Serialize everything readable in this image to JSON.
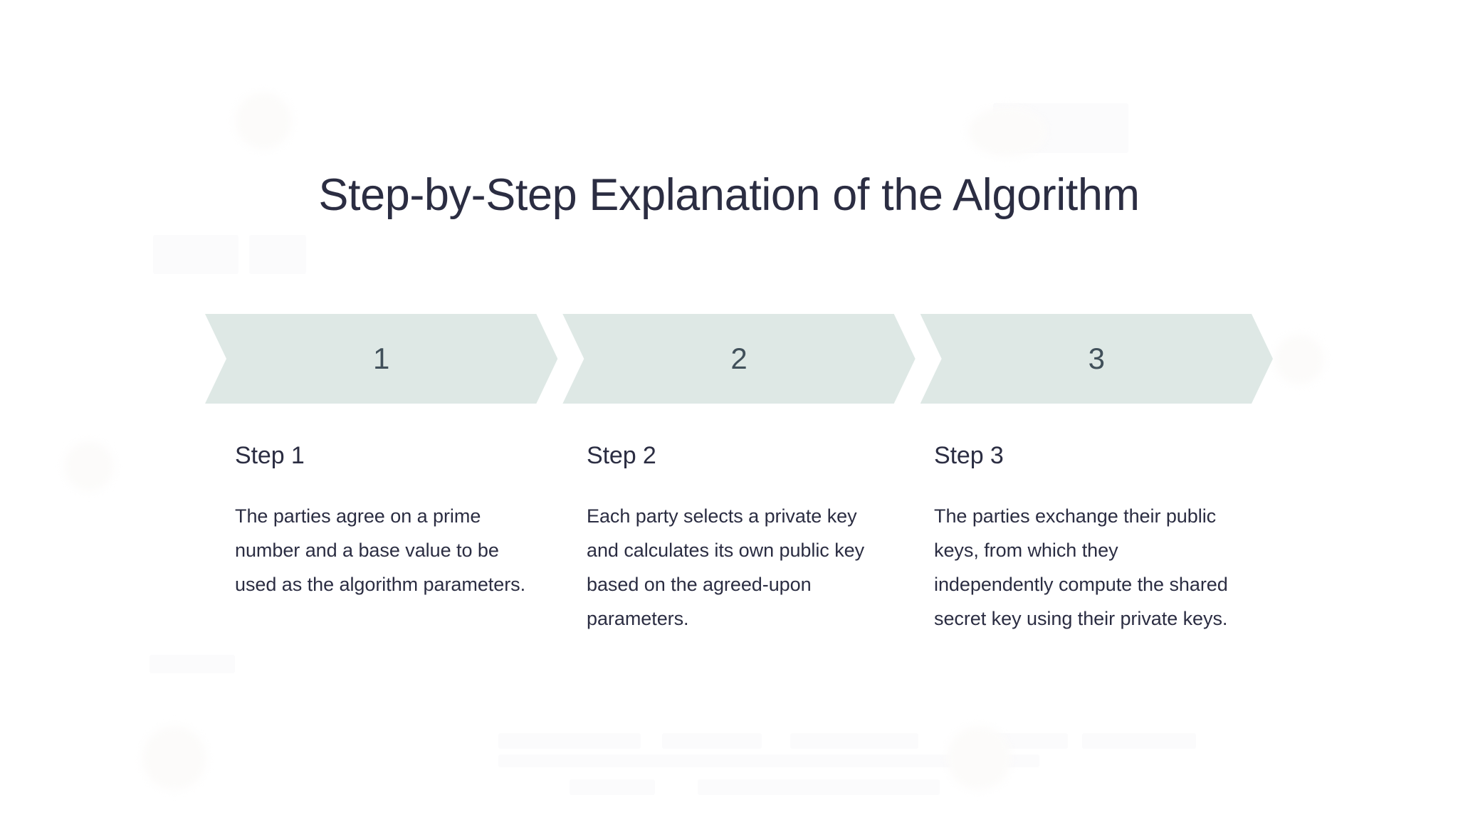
{
  "page": {
    "title": "Step-by-Step Explanation of the Algorithm",
    "background_color": "#ffffff",
    "text_color": "#2b2d42",
    "chevron_fill_color": "#dee8e5",
    "chevron_number_color": "#41505a"
  },
  "chevrons": [
    {
      "number": "1"
    },
    {
      "number": "2"
    },
    {
      "number": "3"
    }
  ],
  "steps": [
    {
      "heading": "Step 1",
      "body": "The parties agree on a prime number and a base value to be used as the algorithm parameters."
    },
    {
      "heading": "Step 2",
      "body": "Each party selects a private key and calculates its own public key based on the agreed-upon parameters."
    },
    {
      "heading": "Step 3",
      "body": "The parties exchange their public keys, from which they independently compute the shared secret key using their private keys."
    }
  ]
}
